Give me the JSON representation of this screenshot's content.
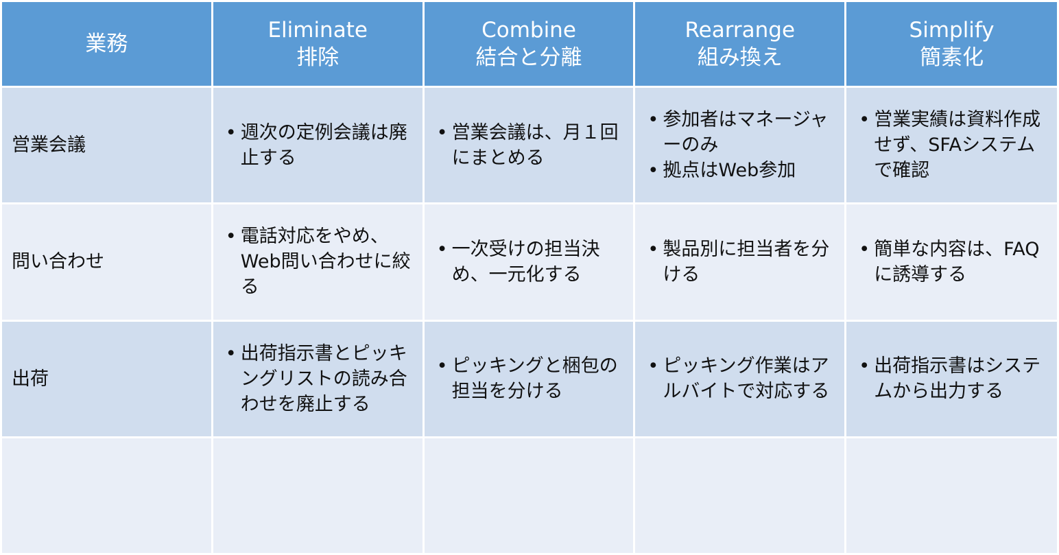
{
  "headers": [
    {
      "line1": "業務",
      "line2": ""
    },
    {
      "line1": "Eliminate",
      "line2": "排除"
    },
    {
      "line1": "Combine",
      "line2": "結合と分離"
    },
    {
      "line1": "Rearrange",
      "line2": "組み換え"
    },
    {
      "line1": "Simplify",
      "line2": "簡素化"
    }
  ],
  "rows": [
    {
      "task": "営業会議",
      "eliminate": [
        "週次の定例会議は廃止する"
      ],
      "combine": [
        "営業会議は、月１回にまとめる"
      ],
      "rearrange": [
        "参加者はマネージャーのみ",
        "拠点はWeb参加"
      ],
      "simplify": [
        "営業実績は資料作成せず、SFAシステムで確認"
      ]
    },
    {
      "task": "問い合わせ",
      "eliminate": [
        "電話対応をやめ、Web問い合わせに絞る"
      ],
      "combine": [
        "一次受けの担当決め、一元化する"
      ],
      "rearrange": [
        "製品別に担当者を分ける"
      ],
      "simplify": [
        "簡単な内容は、FAQに誘導する"
      ]
    },
    {
      "task": "出荷",
      "eliminate": [
        "出荷指示書とピッキングリストの読み合わせを廃止する"
      ],
      "combine": [
        "ピッキングと梱包の担当を分ける"
      ],
      "rearrange": [
        "ピッキング作業はアルバイトで対応する"
      ],
      "simplify": [
        "出荷指示書はシステムから出力する"
      ]
    }
  ],
  "colors": {
    "header_bg": "#5b9bd5",
    "header_text": "#ffffff",
    "row_dark": "#d0ddee",
    "row_light": "#e9eef7"
  }
}
